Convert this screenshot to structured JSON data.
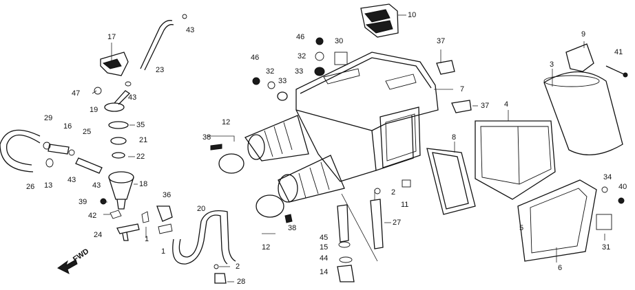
{
  "diagram": {
    "fwd_label": "FWD",
    "part_labels": [
      {
        "id": "n10",
        "text": "10"
      },
      {
        "id": "n43a",
        "text": "43"
      },
      {
        "id": "n17",
        "text": "17"
      },
      {
        "id": "n23",
        "text": "23"
      },
      {
        "id": "n47",
        "text": "47"
      },
      {
        "id": "n43b",
        "text": "43"
      },
      {
        "id": "n19",
        "text": "19"
      },
      {
        "id": "n35",
        "text": "35"
      },
      {
        "id": "n21",
        "text": "21"
      },
      {
        "id": "n22",
        "text": "22"
      },
      {
        "id": "n29",
        "text": "29"
      },
      {
        "id": "n16",
        "text": "16"
      },
      {
        "id": "n25",
        "text": "25"
      },
      {
        "id": "n26",
        "text": "26"
      },
      {
        "id": "n13",
        "text": "13"
      },
      {
        "id": "n43c",
        "text": "43"
      },
      {
        "id": "n43d",
        "text": "43"
      },
      {
        "id": "n18",
        "text": "18"
      },
      {
        "id": "n39",
        "text": "39"
      },
      {
        "id": "n42",
        "text": "42"
      },
      {
        "id": "n24",
        "text": "24"
      },
      {
        "id": "n1a",
        "text": "1"
      },
      {
        "id": "n1b",
        "text": "1"
      },
      {
        "id": "n36",
        "text": "36"
      },
      {
        "id": "n20",
        "text": "20"
      },
      {
        "id": "n2a",
        "text": "2"
      },
      {
        "id": "n28",
        "text": "28"
      },
      {
        "id": "n46a",
        "text": "46"
      },
      {
        "id": "n30",
        "text": "30"
      },
      {
        "id": "n32a",
        "text": "32"
      },
      {
        "id": "n33a",
        "text": "33"
      },
      {
        "id": "n46b",
        "text": "46"
      },
      {
        "id": "n32b",
        "text": "32"
      },
      {
        "id": "n33b",
        "text": "33"
      },
      {
        "id": "n37a",
        "text": "37"
      },
      {
        "id": "n7",
        "text": "7"
      },
      {
        "id": "n37b",
        "text": "37"
      },
      {
        "id": "n12a",
        "text": "12"
      },
      {
        "id": "n38a",
        "text": "38"
      },
      {
        "id": "n38b",
        "text": "38"
      },
      {
        "id": "n12b",
        "text": "12"
      },
      {
        "id": "n2b",
        "text": "2"
      },
      {
        "id": "n11",
        "text": "11"
      },
      {
        "id": "n27",
        "text": "27"
      },
      {
        "id": "n45",
        "text": "45"
      },
      {
        "id": "n15",
        "text": "15"
      },
      {
        "id": "n44",
        "text": "44"
      },
      {
        "id": "n14",
        "text": "14"
      },
      {
        "id": "n9",
        "text": "9"
      },
      {
        "id": "n41",
        "text": "41"
      },
      {
        "id": "n3",
        "text": "3"
      },
      {
        "id": "n4",
        "text": "4"
      },
      {
        "id": "n8",
        "text": "8"
      },
      {
        "id": "n34",
        "text": "34"
      },
      {
        "id": "n40",
        "text": "40"
      },
      {
        "id": "n5",
        "text": "5"
      },
      {
        "id": "n31",
        "text": "31"
      },
      {
        "id": "n6",
        "text": "6"
      }
    ]
  }
}
